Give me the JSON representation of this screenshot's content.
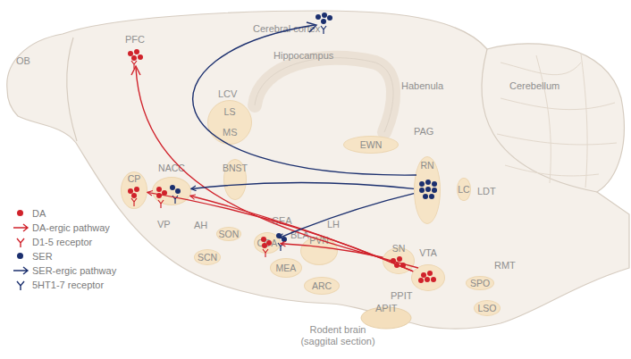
{
  "diagram": {
    "nodes": [
      {
        "text": [
          "LS"
        ]
      },
      {
        "text": [
          "BNST"
        ]
      },
      {
        "text": [
          "EWN"
        ]
      },
      {
        "text": [
          "RN"
        ]
      },
      {
        "text": [
          "LC"
        ]
      },
      {
        "text": [
          "CP"
        ]
      },
      {
        "text": [
          "NACC"
        ]
      },
      {
        "text": [
          "SON"
        ]
      },
      {
        "text": [
          "COA"
        ]
      },
      {
        "text": [
          "PVN"
        ]
      },
      {
        "text": [
          "SCN"
        ]
      },
      {
        "text": [
          "MEA"
        ]
      },
      {
        "text": [
          "ARC"
        ]
      },
      {
        "text": [
          "SN"
        ]
      },
      {
        "text": [
          "VTA"
        ]
      },
      {
        "text": [
          "SPO"
        ]
      },
      {
        "text": [
          "LSO"
        ]
      }
    ],
    "edges": [
      {
        "from": 14,
        "to": 5,
        "arrow": "to"
      },
      {
        "from": 14,
        "to": 6,
        "arrow": "to"
      },
      {
        "from": 13,
        "to": 8,
        "arrow": "to"
      },
      {
        "from": 3,
        "to": 6,
        "arrow": "to"
      },
      {
        "from": 3,
        "to": 8,
        "arrow": "to"
      }
    ],
    "labels": [
      "OB",
      "PFC",
      "Cerebral cortex",
      "Hippocampus",
      "LCV",
      "MS",
      "Habenula",
      "PAG",
      "Cerebellum",
      "LDT",
      "VP",
      "AH",
      "CEA",
      "BLA",
      "LH",
      "PPIT",
      "APIT",
      "RMT",
      "Rodent brain (saggital section)"
    ],
    "legend": [
      {
        "text": "DA",
        "color": "#d0222b"
      },
      {
        "text": "DA-ergic pathway"
      },
      {
        "text": "D1-5 receptor"
      },
      {
        "text": "SER",
        "color": "#1b2f6e"
      },
      {
        "text": "SER-ergic pathway"
      },
      {
        "text": "5HT1-7 receptor"
      }
    ]
  }
}
